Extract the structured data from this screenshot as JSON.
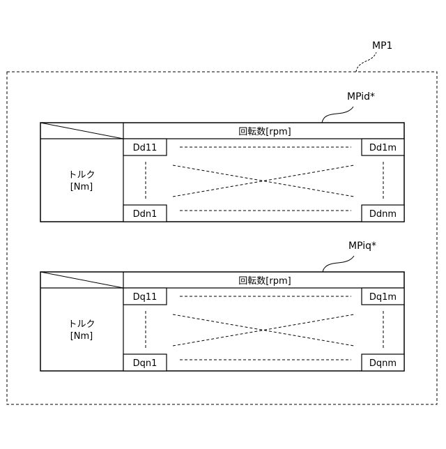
{
  "outer": {
    "label": "MP1"
  },
  "tables": [
    {
      "label": "MPid*",
      "header": "回転数[rpm]",
      "row_header_line1": "トルク",
      "row_header_line2": "[Nm]",
      "corners": {
        "top_left": "Dd11",
        "top_right": "Dd1m",
        "bottom_left": "Ddn1",
        "bottom_right": "Ddnm"
      }
    },
    {
      "label": "MPiq*",
      "header": "回転数[rpm]",
      "row_header_line1": "トルク",
      "row_header_line2": "[Nm]",
      "corners": {
        "top_left": "Dq11",
        "top_right": "Dq1m",
        "bottom_left": "Dqn1",
        "bottom_right": "Dqnm"
      }
    }
  ]
}
